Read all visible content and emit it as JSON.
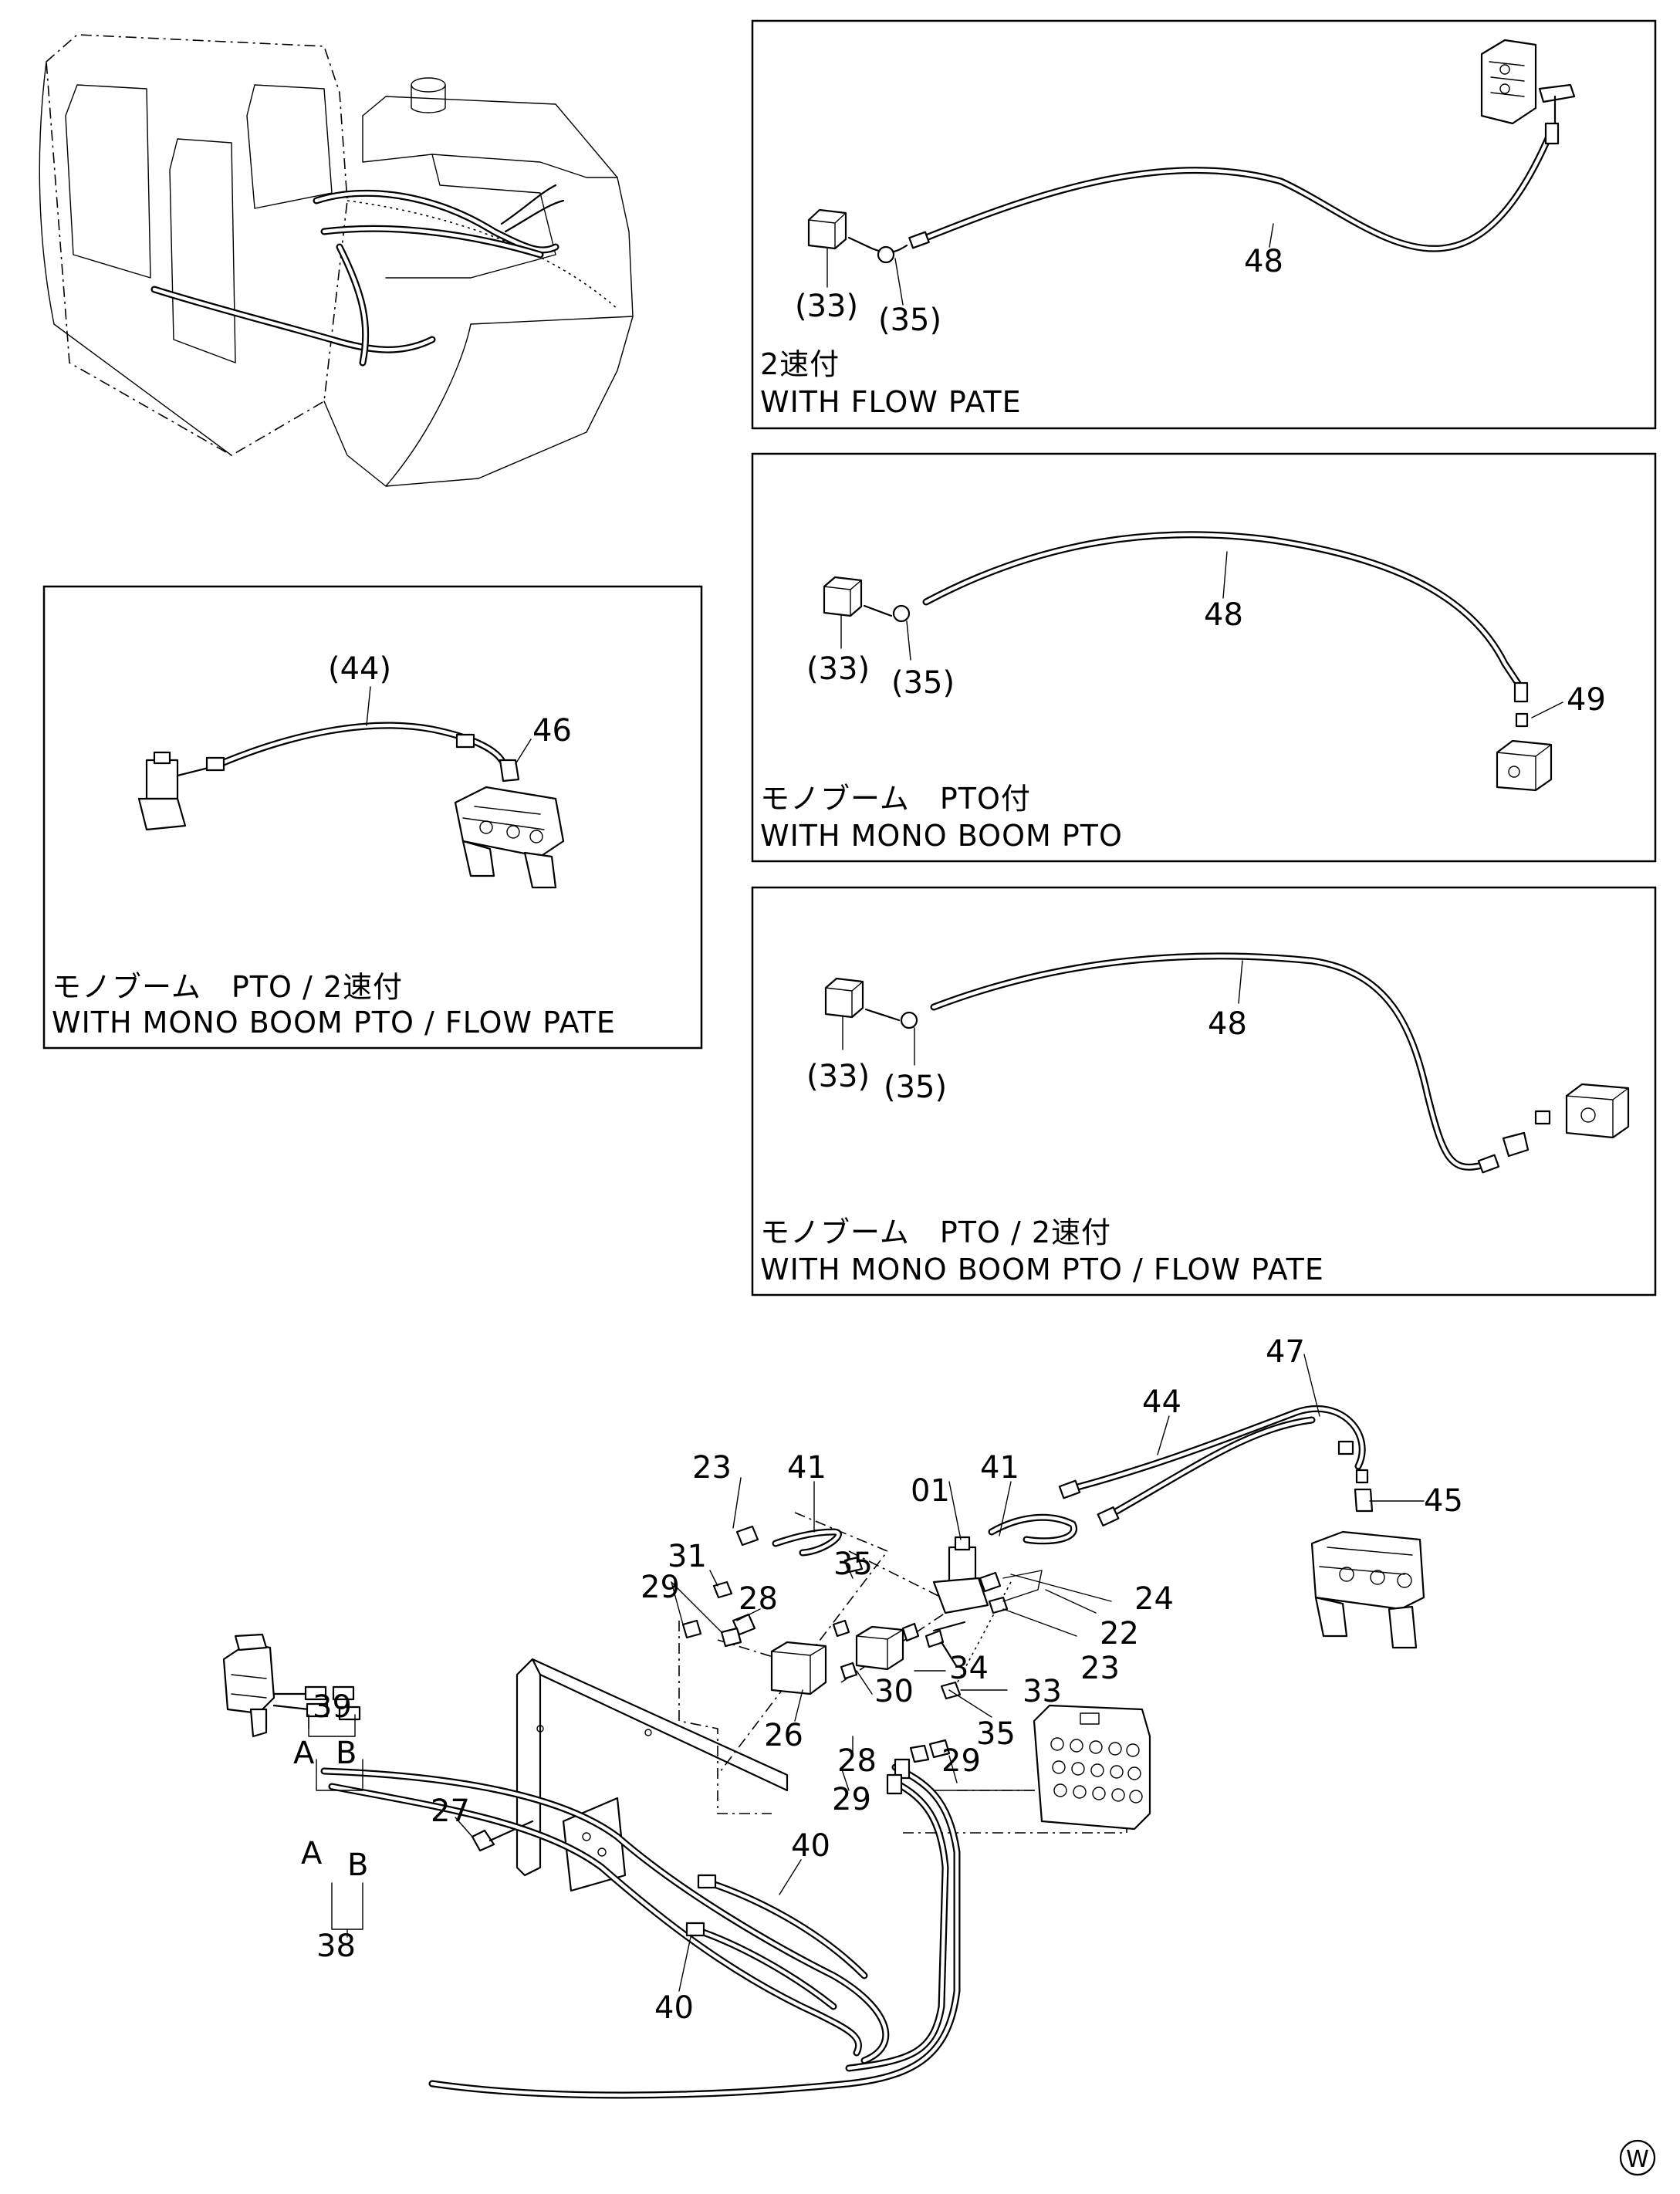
{
  "panels": {
    "flow_rate": {
      "caption_jp": "2速付",
      "caption_en": "WITH  FLOW  PATE",
      "labels": [
        "(33)",
        "(35)",
        "48"
      ]
    },
    "mono_boom_pto": {
      "caption_jp": "モノブーム　PTO付",
      "caption_en": "WITH  MONO  BOOM  PTO",
      "labels": [
        "(33)",
        "(35)",
        "48",
        "49"
      ]
    },
    "mono_boom_pto_flow_left": {
      "caption_jp": "モノブーム　PTO / 2速付",
      "caption_en": "WITH  MONO  BOOM  PTO / FLOW  PATE",
      "labels": [
        "(44)",
        "46"
      ]
    },
    "mono_boom_pto_flow_right": {
      "caption_jp": "モノブーム　PTO / 2速付",
      "caption_en": "WITH  MONO  BOOM  PTO / FLOW  PATE",
      "labels": [
        "(33)",
        "(35)",
        "48"
      ]
    }
  },
  "main_labels": {
    "l47": "47",
    "l44": "44",
    "l45": "45",
    "l41a": "41",
    "l41b": "41",
    "l23a": "23",
    "l01": "01",
    "l31": "31",
    "l35a": "35",
    "l24": "24",
    "l22": "22",
    "l23b": "23",
    "l29a": "29",
    "l28a": "28",
    "l34": "34",
    "l30": "30",
    "l33": "33",
    "l35b": "35",
    "l26": "26",
    "l28b": "28",
    "l29b": "29",
    "l29c": "29",
    "l39": "39",
    "l27": "27",
    "lA1": "A",
    "lB1": "B",
    "lA2": "A",
    "lB2": "B",
    "l38": "38",
    "l40a": "40",
    "l40b": "40"
  },
  "corner_mark": "W"
}
